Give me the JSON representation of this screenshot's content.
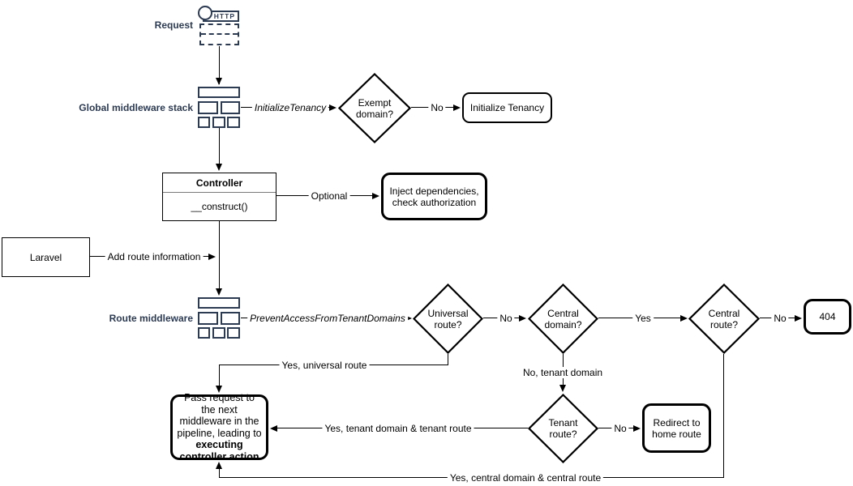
{
  "colors": {
    "accent_navy": "#2c3a52",
    "shape_stroke": "#000000",
    "background": "#ffffff"
  },
  "icons": {
    "request": "http-request-icon",
    "request_caption": "HTTP",
    "middleware": "middleware-stack-icon"
  },
  "nodes": {
    "request": {
      "label": "Request"
    },
    "global_middleware": {
      "label": "Global middleware stack"
    },
    "exempt_domain": {
      "label": "Exempt domain?"
    },
    "initialize_tenancy": {
      "label": "Initialize Tenancy"
    },
    "controller": {
      "title": "Controller",
      "method": "__construct()"
    },
    "inject_dependencies": {
      "label": "Inject dependencies, check authorization"
    },
    "laravel": {
      "label": "Laravel"
    },
    "route_middleware": {
      "label": "Route middleware"
    },
    "universal_route": {
      "label": "Universal route?"
    },
    "central_domain": {
      "label": "Central domain?"
    },
    "central_route": {
      "label": "Central route?"
    },
    "not_found": {
      "label": "404"
    },
    "tenant_route": {
      "label": "Tenant route?"
    },
    "redirect_home": {
      "label": "Redirect to home route"
    },
    "pass_request": {
      "text_normal": "Pass request to the next middleware in the pipeline, leading to ",
      "text_bold": "executing controller action"
    }
  },
  "edges": {
    "initialize_tenancy_mw": {
      "label": "InitializeTenancy"
    },
    "exempt_no": {
      "label": "No"
    },
    "optional": {
      "label": "Optional"
    },
    "add_route_info": {
      "label": "Add route information"
    },
    "prevent_access": {
      "label": "PreventAccessFromTenantDomains"
    },
    "universal_no": {
      "label": "No"
    },
    "central_domain_yes": {
      "label": "Yes"
    },
    "central_route_no": {
      "label": "No"
    },
    "universal_yes": {
      "label": "Yes, universal route"
    },
    "central_domain_no": {
      "label": "No, tenant domain"
    },
    "tenant_no": {
      "label": "No"
    },
    "tenant_yes": {
      "label": "Yes, tenant domain & tenant route"
    },
    "central_route_yes": {
      "label": "Yes, central domain & central route"
    }
  }
}
